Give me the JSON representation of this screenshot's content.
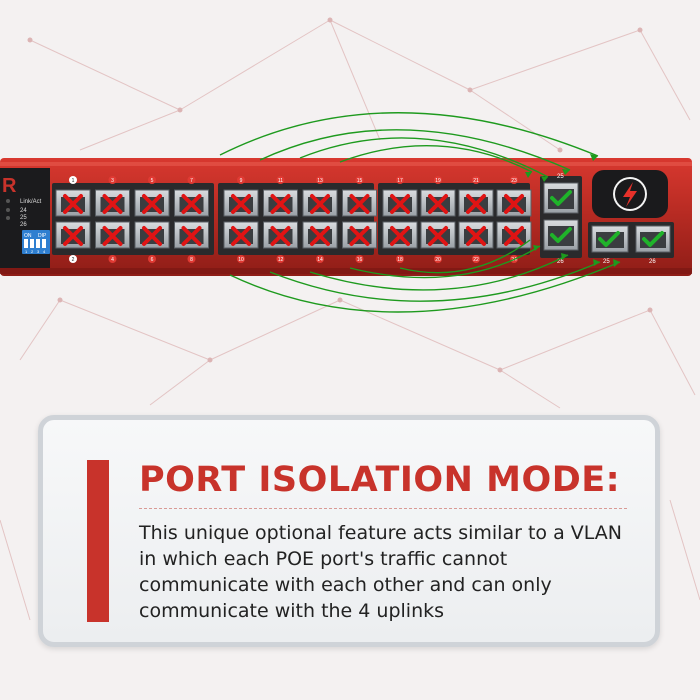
{
  "switch": {
    "brand_letter": "R",
    "led_label": "Link/Act",
    "led_numbers": [
      "24",
      "25",
      "26"
    ],
    "dip_labels": [
      "ON",
      "DIP"
    ],
    "dip_numbers": [
      "1",
      "2",
      "3",
      "4"
    ],
    "top_port_numbers": [
      "1",
      "3",
      "5",
      "7",
      "9",
      "11",
      "13",
      "15",
      "17",
      "19",
      "21",
      "23"
    ],
    "bottom_port_numbers": [
      "2",
      "4",
      "6",
      "8",
      "10",
      "12",
      "14",
      "16",
      "18",
      "20",
      "22",
      "24"
    ],
    "uplink_labels": [
      "25",
      "26",
      "25",
      "26"
    ],
    "isolated_ports": 24,
    "uplink_ports": 4,
    "lightning-icon": "lightning-icon"
  },
  "card": {
    "title": "PORT ISOLATION MODE:",
    "description": "This unique optional feature acts similar to a VLAN in which each POE port's traffic cannot communicate with each other and can only communicate with the 4 uplinks"
  },
  "colors": {
    "brand_red": "#c8332b",
    "chassis_red": "#b52a22",
    "check_green": "#1fb32a",
    "cross_red": "#e01414",
    "arrow_green": "#1e9a1e"
  }
}
